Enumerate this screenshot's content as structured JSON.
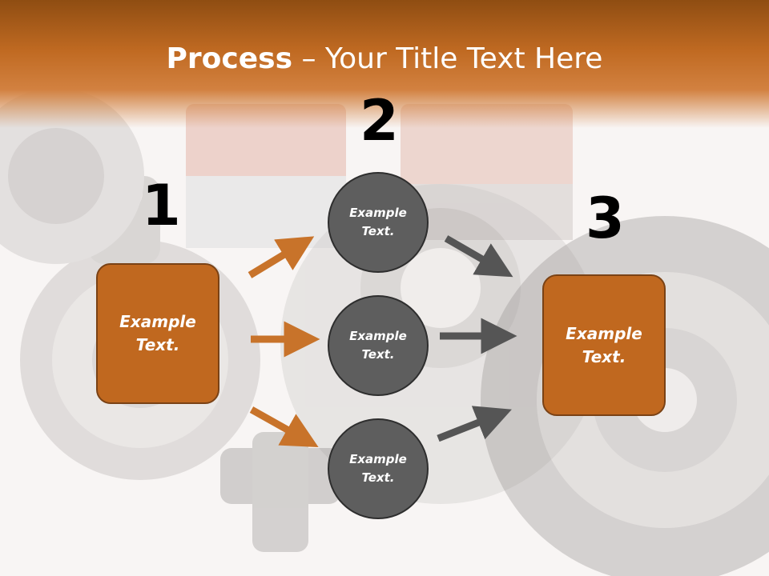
{
  "slide": {
    "title_bold": "Process",
    "title_rest": " – Your Title Text Here"
  },
  "steps": [
    {
      "number": "1",
      "boxes": [
        {
          "line1": "Example",
          "line2": "Text."
        }
      ]
    },
    {
      "number": "2",
      "circles": [
        {
          "line1": "Example",
          "line2": "Text."
        },
        {
          "line1": "Example",
          "line2": "Text."
        },
        {
          "line1": "Example",
          "line2": "Text."
        }
      ]
    },
    {
      "number": "3",
      "boxes": [
        {
          "line1": "Example",
          "line2": "Text."
        }
      ]
    }
  ],
  "colors": {
    "header": "#c06a22",
    "box_fill": "#c0681f",
    "circle_fill": "#5e5e5e",
    "orange_arrow": "#c8732a",
    "gray_arrow": "#555555"
  }
}
